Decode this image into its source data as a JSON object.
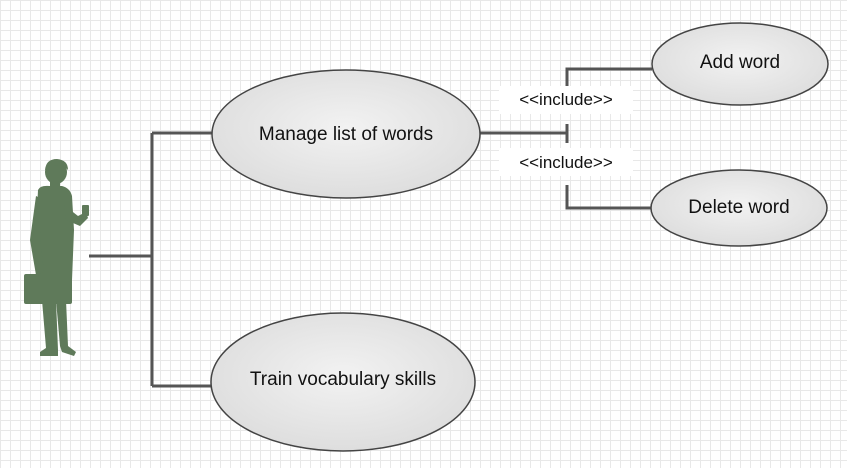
{
  "diagram": {
    "actor": {
      "icon": "businessman-with-briefcase-icon",
      "color": "#5f7a5a"
    },
    "use_cases": {
      "manage": "Manage list of words",
      "train": "Train vocabulary skills",
      "add": "Add word",
      "delete": "Delete word"
    },
    "relationships": {
      "include_add": "<<include>>",
      "include_delete": "<<include>>"
    },
    "colors": {
      "ellipse_fill": "#e6e6e6",
      "ellipse_stroke": "#444444",
      "connector": "#555555"
    }
  }
}
